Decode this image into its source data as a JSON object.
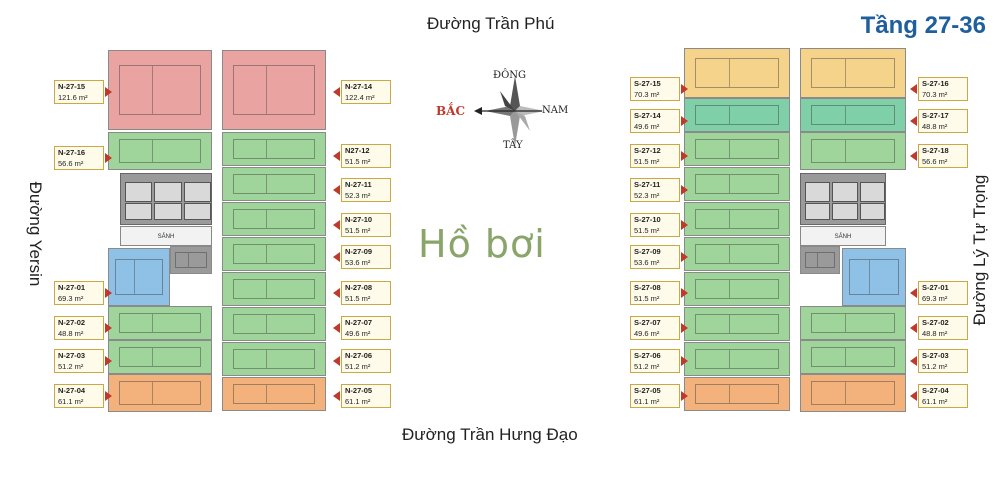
{
  "title": "Tầng 27-36",
  "streets": {
    "top": "Đường Trần Phú",
    "bottom": "Đường Trần Hưng Đạo",
    "left": "Đường Yersin",
    "right": "Đường Lý Tự Trọng"
  },
  "pool_label": "Hồ bơi",
  "compass": {
    "east": "ĐÔNG",
    "north": "BẮC",
    "south": "NAM",
    "west": "TÂY"
  },
  "lobby_label": "SẢNH",
  "colors": {
    "red": "#e9a3a0",
    "green": "#9fd49a",
    "blue": "#8fc0e6",
    "orange": "#f3b27c",
    "yellow": "#f5d38a",
    "teal": "#7fcfa8",
    "core": "#9a9a9a",
    "accent": "#c0392b",
    "title": "#1f5f9e"
  },
  "north_tower": {
    "left_tags": [
      {
        "code": "N-27-15",
        "area": "121.6 m²"
      },
      {
        "code": "N-27-16",
        "area": "56.6 m²"
      },
      {
        "code": "N-27-01",
        "area": "69.3 m²"
      },
      {
        "code": "N-27-02",
        "area": "48.8 m²"
      },
      {
        "code": "N-27-03",
        "area": "51.2 m²"
      },
      {
        "code": "N-27-04",
        "area": "61.1 m²"
      }
    ],
    "right_tags": [
      {
        "code": "N-27-14",
        "area": "122.4 m²"
      },
      {
        "code": "N27-12",
        "area": "51.5 m²"
      },
      {
        "code": "N-27-11",
        "area": "52.3 m²"
      },
      {
        "code": "N-27-10",
        "area": "51.5 m²"
      },
      {
        "code": "N-27-09",
        "area": "53.6 m²"
      },
      {
        "code": "N-27-08",
        "area": "51.5 m²"
      },
      {
        "code": "N-27-07",
        "area": "49.6 m²"
      },
      {
        "code": "N-27-06",
        "area": "51.2 m²"
      },
      {
        "code": "N-27-05",
        "area": "61.1 m²"
      }
    ]
  },
  "south_tower": {
    "left_tags": [
      {
        "code": "S-27-15",
        "area": "70.3 m²"
      },
      {
        "code": "S-27-14",
        "area": "49.6 m²"
      },
      {
        "code": "S-27-12",
        "area": "51.5 m²"
      },
      {
        "code": "S-27-11",
        "area": "52.3 m²"
      },
      {
        "code": "S-27-10",
        "area": "51.5 m²"
      },
      {
        "code": "S-27-09",
        "area": "53.6 m²"
      },
      {
        "code": "S-27-08",
        "area": "51.5 m²"
      },
      {
        "code": "S-27-07",
        "area": "49.6 m²"
      },
      {
        "code": "S-27-06",
        "area": "51.2 m²"
      },
      {
        "code": "S-27-05",
        "area": "61.1 m²"
      }
    ],
    "right_tags": [
      {
        "code": "S-27-16",
        "area": "70.3 m²"
      },
      {
        "code": "S-27-17",
        "area": "48.8 m²"
      },
      {
        "code": "S-27-18",
        "area": "56.6 m²"
      },
      {
        "code": "S-27-01",
        "area": "69.3 m²"
      },
      {
        "code": "S-27-02",
        "area": "48.8 m²"
      },
      {
        "code": "S-27-03",
        "area": "51.2 m²"
      },
      {
        "code": "S-27-04",
        "area": "61.1 m²"
      }
    ]
  }
}
